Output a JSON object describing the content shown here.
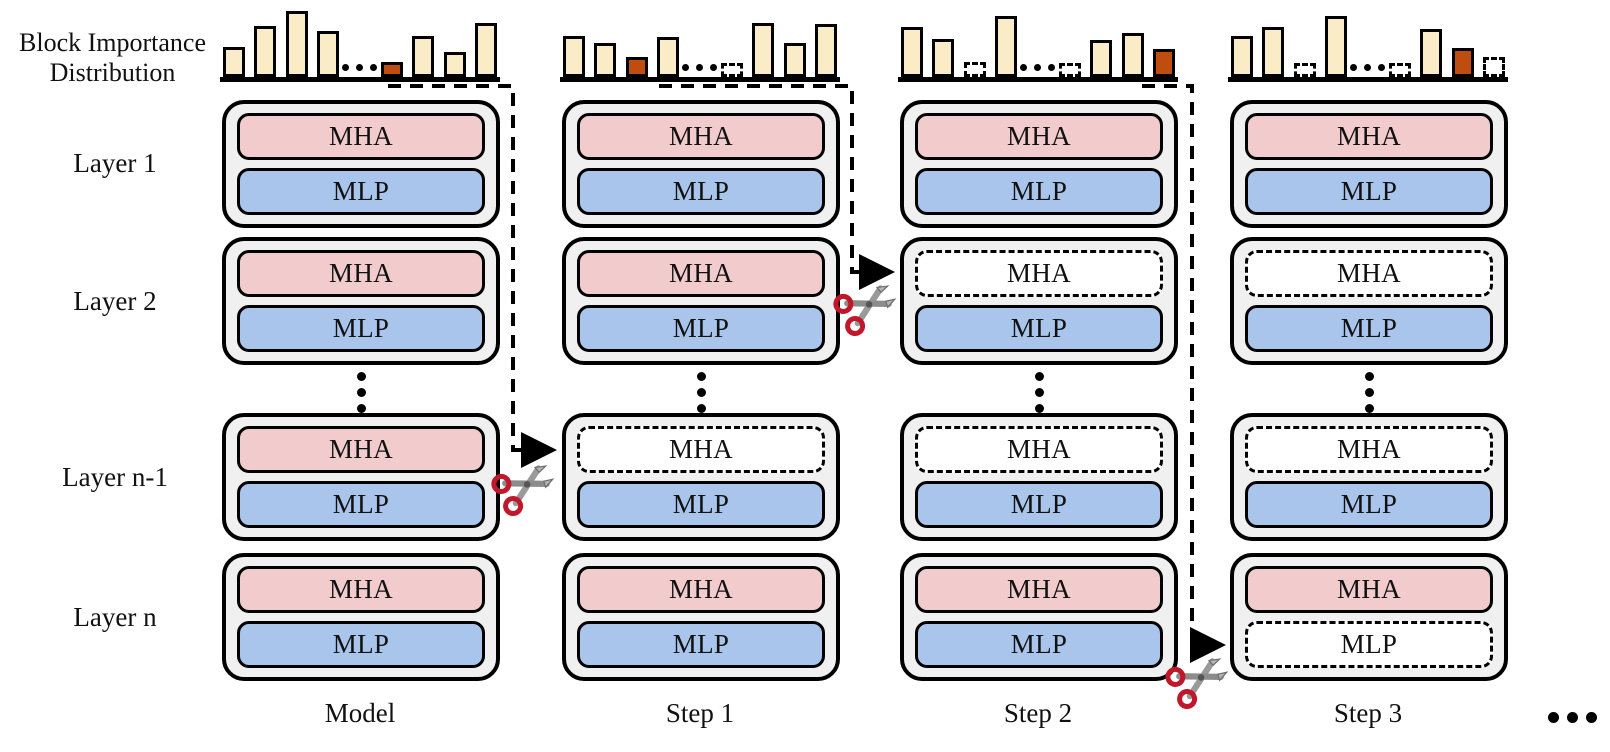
{
  "diagram": {
    "row_labels": {
      "importance": "Block Importance\nDistribution",
      "importance_line1": "Block Importance",
      "importance_line2": "Distribution",
      "layer1": "Layer 1",
      "layer2": "Layer 2",
      "layer_n_minus_1": "Layer n-1",
      "layer_n": "Layer n"
    },
    "block_labels": {
      "mha": "MHA",
      "mlp": "MLP"
    },
    "continuation": "•••",
    "colors": {
      "mha_fill": "#f2cccc",
      "mlp_fill": "#a9c5ec",
      "card_fill": "#f0f0f0",
      "bar_fill": "#fbecc8",
      "bar_highlight": "#bf4d10",
      "pruned_fill": "#ffffff",
      "stroke": "#000000",
      "scissors_handle": "#c0172b",
      "scissors_blade": "#8c8c8c"
    },
    "columns": [
      {
        "id": "model",
        "caption": "Model",
        "chart": {
          "type": "bar",
          "title": "Block Importance Distribution",
          "values": [
            0.45,
            0.78,
            1.0,
            0.7,
            null,
            0.22,
            0.62,
            0.38,
            0.82
          ],
          "states": [
            "normal",
            "normal",
            "normal",
            "normal",
            "gap",
            "highlight",
            "normal",
            "normal",
            "normal"
          ],
          "highlight_index": 5,
          "ylim": [
            0,
            1
          ]
        },
        "layers": [
          {
            "name": "Layer 1",
            "mha": "active",
            "mlp": "active"
          },
          {
            "name": "Layer 2",
            "mha": "active",
            "mlp": "active"
          },
          {
            "name": "Layer n-1",
            "mha": "active",
            "mlp": "active"
          },
          {
            "name": "Layer n",
            "mha": "active",
            "mlp": "active"
          }
        ],
        "cut_target": "layer n-1 MHA"
      },
      {
        "id": "step1",
        "caption": "Step 1",
        "chart": {
          "type": "bar",
          "title": "Block Importance Distribution",
          "values": [
            0.62,
            0.52,
            0.3,
            0.6,
            null,
            0.16,
            0.82,
            0.52,
            0.8
          ],
          "states": [
            "normal",
            "normal",
            "highlight",
            "normal",
            "gap",
            "pruned",
            "normal",
            "normal",
            "normal"
          ],
          "highlight_index": 2,
          "ylim": [
            0,
            1
          ]
        },
        "layers": [
          {
            "name": "Layer 1",
            "mha": "active",
            "mlp": "active"
          },
          {
            "name": "Layer 2",
            "mha": "active",
            "mlp": "active"
          },
          {
            "name": "Layer n-1",
            "mha": "pruned",
            "mlp": "active"
          },
          {
            "name": "Layer n",
            "mha": "active",
            "mlp": "active"
          }
        ],
        "cut_target": "layer 2 MHA"
      },
      {
        "id": "step2",
        "caption": "Step 2",
        "chart": {
          "type": "bar",
          "title": "Block Importance Distribution",
          "values": [
            0.76,
            0.58,
            0.22,
            0.92,
            null,
            0.18,
            0.56,
            0.66,
            0.42
          ],
          "states": [
            "normal",
            "normal",
            "pruned",
            "normal",
            "gap",
            "pruned",
            "normal",
            "normal",
            "highlight"
          ],
          "highlight_index": 8,
          "ylim": [
            0,
            1
          ]
        },
        "layers": [
          {
            "name": "Layer 1",
            "mha": "active",
            "mlp": "active"
          },
          {
            "name": "Layer 2",
            "mha": "pruned",
            "mlp": "active"
          },
          {
            "name": "Layer n-1",
            "mha": "pruned",
            "mlp": "active"
          },
          {
            "name": "Layer n",
            "mha": "active",
            "mlp": "active"
          }
        ],
        "cut_target": "layer n MLP"
      },
      {
        "id": "step3",
        "caption": "Step 3",
        "chart": {
          "type": "bar",
          "title": "Block Importance Distribution",
          "values": [
            0.62,
            0.76,
            0.2,
            0.92,
            null,
            0.18,
            0.72,
            0.44,
            0.3
          ],
          "states": [
            "normal",
            "normal",
            "pruned",
            "normal",
            "gap",
            "pruned",
            "normal",
            "highlight",
            "pruned"
          ],
          "highlight_index": 7,
          "ylim": [
            0,
            1
          ]
        },
        "layers": [
          {
            "name": "Layer 1",
            "mha": "active",
            "mlp": "active"
          },
          {
            "name": "Layer 2",
            "mha": "pruned",
            "mlp": "active"
          },
          {
            "name": "Layer n-1",
            "mha": "pruned",
            "mlp": "active"
          },
          {
            "name": "Layer n",
            "mha": "active",
            "mlp": "pruned"
          }
        ],
        "cut_target": null
      }
    ]
  }
}
